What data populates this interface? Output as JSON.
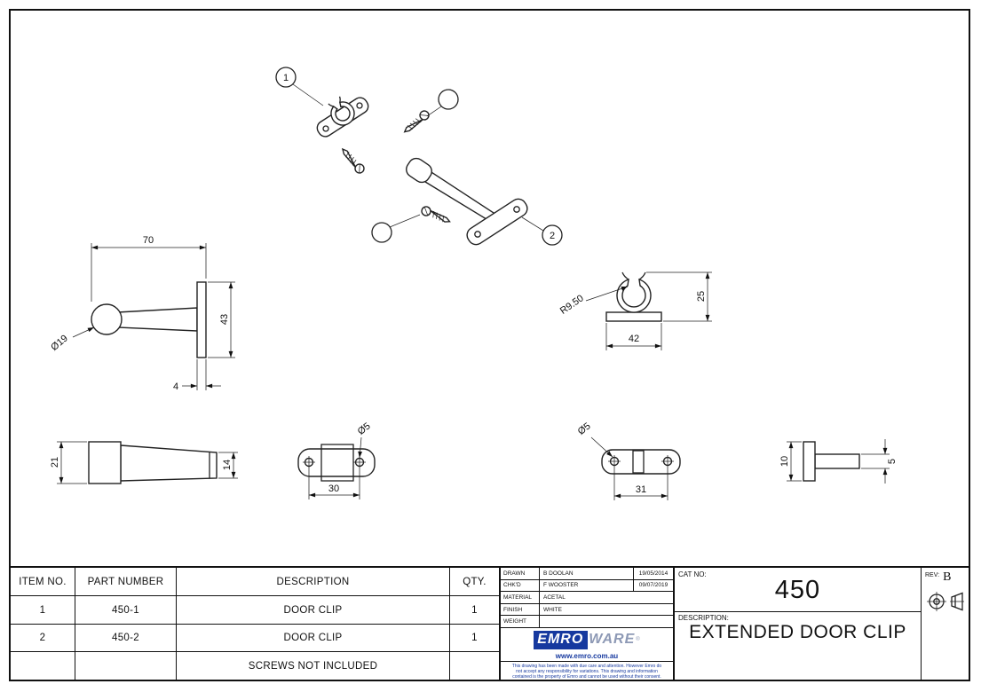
{
  "callouts": {
    "balloon_1": "1",
    "balloon_2": "2"
  },
  "dims": {
    "side_view": {
      "width": "70",
      "height": "43",
      "diameter": "Ø19",
      "thickness": "4"
    },
    "front_view": {
      "radius": "R9.50",
      "width": "42",
      "height": "25"
    },
    "stem_view": {
      "left_height": "21",
      "right_height": "14"
    },
    "plate1_view": {
      "hole": "Ø5",
      "spacing": "30"
    },
    "plate2_view": {
      "hole": "Ø5",
      "spacing": "31"
    },
    "end_view": {
      "height": "10",
      "stem": "5"
    }
  },
  "parts_table": {
    "headers": [
      "ITEM NO.",
      "PART NUMBER",
      "DESCRIPTION",
      "QTY."
    ],
    "rows": [
      {
        "item": "1",
        "part": "450-1",
        "desc": "DOOR CLIP",
        "qty": "1"
      },
      {
        "item": "2",
        "part": "450-2",
        "desc": "DOOR CLIP",
        "qty": "1"
      }
    ],
    "note": "SCREWS NOT INCLUDED"
  },
  "info_block": {
    "drawn_label": "DRAWN",
    "drawn_name": "B DOOLAN",
    "drawn_date": "19/05/2014",
    "chkd_label": "CHK'D",
    "chkd_name": "F WOOSTER",
    "chkd_date": "09/07/2019",
    "material_label": "MATERIAL",
    "material_value": "ACETAL",
    "finish_label": "FINISH",
    "finish_value": "WHITE",
    "weight_label": "WEIGHT",
    "weight_value": ""
  },
  "brand": {
    "name_box": "EMRO",
    "name_rest": "WARE",
    "trademark": "®",
    "website": "www.emro.com.au",
    "disclaimer_line1": "This drawing has been made with due care and attention. However Emro do",
    "disclaimer_line2": "not accept any responsibility for variations. This drawing and information",
    "disclaimer_line3": "contained is the property of Emro and cannot be used without their consent.",
    "accent_color": "#16399f"
  },
  "title_block": {
    "cat_no_label": "CAT NO:",
    "cat_no": "450",
    "rev_label": "REV:",
    "rev": "B",
    "description_label": "DESCRIPTION:",
    "description": "EXTENDED DOOR CLIP"
  }
}
